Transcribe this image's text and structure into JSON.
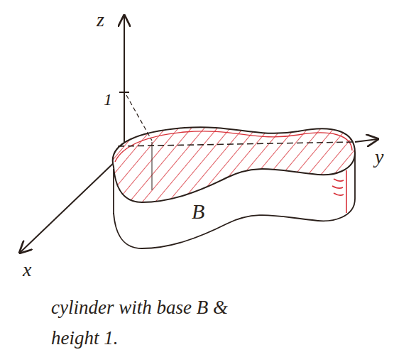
{
  "diagram": {
    "caption": "cylinder with base B & height 1.",
    "labels": [
      "z",
      "1",
      "y",
      "x",
      "B"
    ]
  }
}
